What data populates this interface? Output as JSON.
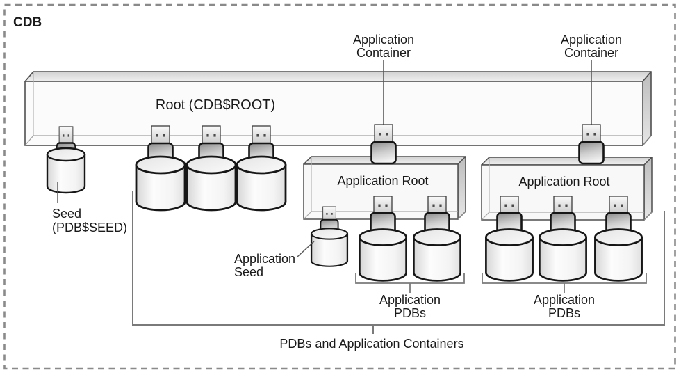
{
  "labels": {
    "cdb": "CDB",
    "root": "Root (CDB$ROOT)",
    "seed": [
      "Seed",
      "(PDB$SEED)"
    ],
    "application_container": [
      "Application",
      "Container"
    ],
    "application_root": "Application Root",
    "application_seed": [
      "Application",
      "Seed"
    ],
    "application_pdbs": [
      "Application",
      "PDBs"
    ],
    "bottom_caption": "PDBs and Application Containers"
  },
  "icons": {
    "plug": "plug-icon",
    "database_cylinder": "database-cylinder-icon",
    "container_box": "3d-container-box-icon"
  },
  "colors": {
    "background": "#ffffff",
    "dashed_border": "#8a8a8a",
    "box_stroke": "#4f4f4f",
    "box_top_fill": "#d9d9d9",
    "box_front_fill": "#fbfbfb",
    "box_side_fill": "#c6c6c6",
    "cylinder_stroke": "#161616",
    "bracket_line": "#757575",
    "text": "#1a1a1a"
  }
}
